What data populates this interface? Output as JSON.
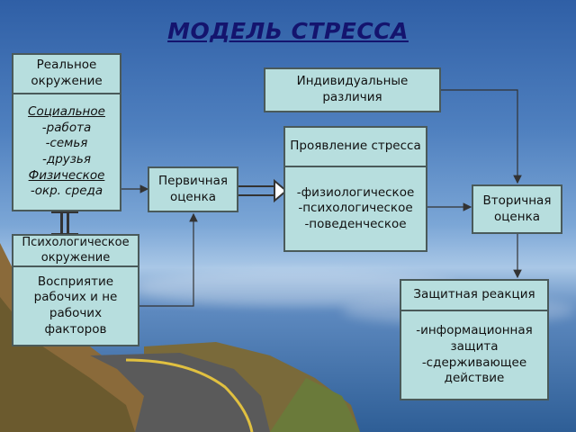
{
  "title": "МОДЕЛЬ СТРЕССА",
  "boxes": {
    "real_env_header": "Реальное окружение",
    "real_env_body": {
      "social": "Социальное",
      "work": "-работа",
      "family": "-семья",
      "friends": "-друзья",
      "physical": "Физическое",
      "env": "-окр. среда"
    },
    "psych_env_header": "Психологическое окружение",
    "psych_env_body": "Восприятие рабочих и не рабочих факторов",
    "primary": "Первичная оценка",
    "individual": "Индивидуальные различия",
    "manifest_header": "Проявление стресса",
    "manifest_body": {
      "physio": "-физиологическое",
      "psycho": "-психологическое",
      "behavior": "-поведенческое"
    },
    "secondary": "Вторичная оценка",
    "defense_header": "Защитная реакция",
    "defense_body": {
      "info": "-информационная защита",
      "restrain": "-сдерживающее действие"
    }
  },
  "colors": {
    "box_fill": "#b7dede",
    "title": "#14146e"
  }
}
